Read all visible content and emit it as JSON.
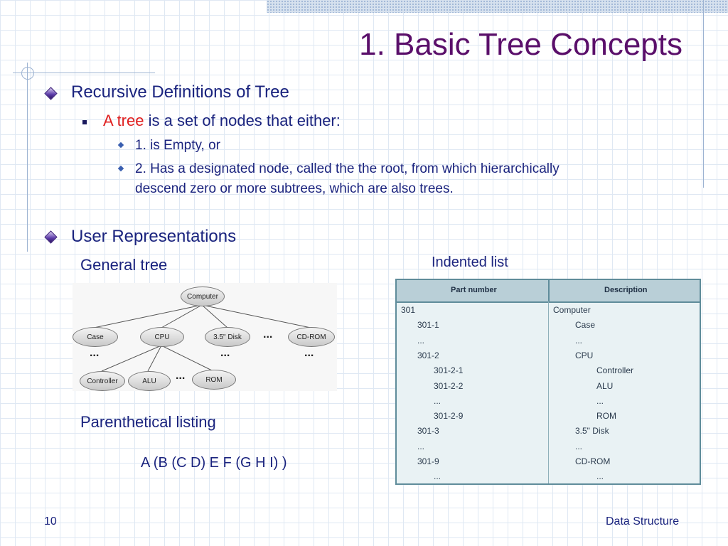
{
  "title": "1. Basic Tree Concepts",
  "bullets": {
    "recursive": "Recursive Definitions of Tree",
    "tree_prefix": "A tree",
    "tree_rest": " is a set of nodes that either:",
    "sub1": "1. is Empty, or",
    "sub2_line1": "2. Has a designated node, called the the root, from which hierarchically",
    "sub2_line2": "descend zero or more subtrees, which are also trees.",
    "user_rep": "User Representations"
  },
  "labels": {
    "general_tree": "General tree",
    "indented_list": "Indented list",
    "parenthetical": "Parenthetical listing",
    "paren_expr": "A (B (C D) E F (G H I) )"
  },
  "tree": {
    "root": "Computer",
    "level1": [
      "Case",
      "CPU",
      "3.5\" Disk",
      "CD-ROM"
    ],
    "level2": [
      "Controller",
      "ALU",
      "ROM"
    ],
    "ellipsis": "..."
  },
  "table": {
    "headers": [
      "Part number",
      "Description"
    ],
    "rows": [
      {
        "part": "301",
        "desc": "Computer",
        "indent": 0
      },
      {
        "part": "301-1",
        "desc": "Case",
        "indent": 1
      },
      {
        "part": "...",
        "desc": "...",
        "indent": 1
      },
      {
        "part": "301-2",
        "desc": "CPU",
        "indent": 1
      },
      {
        "part": "301-2-1",
        "desc": "Controller",
        "indent": 2
      },
      {
        "part": "301-2-2",
        "desc": "ALU",
        "indent": 2
      },
      {
        "part": "...",
        "desc": "...",
        "indent": 2
      },
      {
        "part": "301-2-9",
        "desc": "ROM",
        "indent": 2
      },
      {
        "part": "301-3",
        "desc": "3.5\" Disk",
        "indent": 1
      },
      {
        "part": "...",
        "desc": "...",
        "indent": 1
      },
      {
        "part": "301-9",
        "desc": "CD-ROM",
        "indent": 1
      },
      {
        "part": "...",
        "desc": "...",
        "indent": 2
      }
    ]
  },
  "footer": {
    "page_number": "10",
    "course": "Data Structure"
  },
  "colors": {
    "title": "#5a0f6a",
    "text": "#1a237e",
    "highlight": "#e02020"
  }
}
